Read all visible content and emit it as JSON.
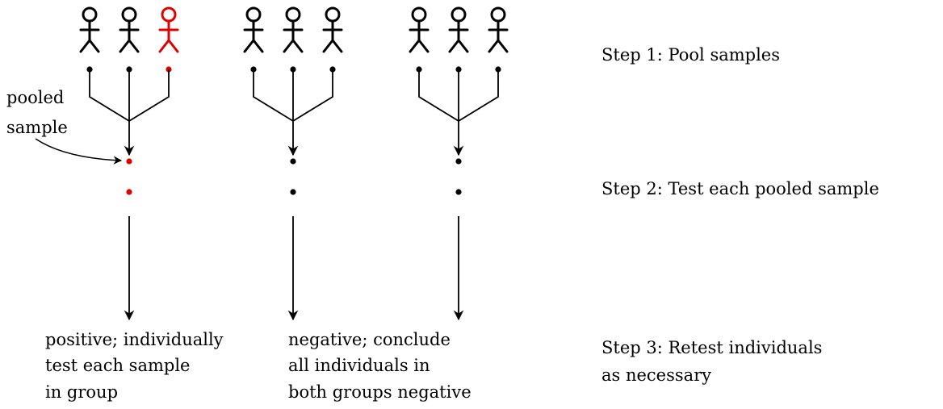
{
  "steps": {
    "step1": "Step 1: Pool samples",
    "step2": "Step 2: Test each pooled sample",
    "step3_line1": "Step 3: Retest individuals",
    "step3_line2": "as necessary"
  },
  "annotation": {
    "pooled_line1": "pooled",
    "pooled_line2": "sample"
  },
  "outcomes": {
    "positive": [
      "positive; individually",
      "test each sample",
      "in group"
    ],
    "negative": [
      "negative; conclude",
      "all individuals in",
      "both groups negative"
    ]
  },
  "colors": {
    "positive": "#e00000",
    "normal": "#000000"
  },
  "groups": [
    {
      "infected": [
        false,
        false,
        true
      ],
      "result": "positive"
    },
    {
      "infected": [
        false,
        false,
        false
      ],
      "result": "negative"
    },
    {
      "infected": [
        false,
        false,
        false
      ],
      "result": "negative"
    }
  ]
}
